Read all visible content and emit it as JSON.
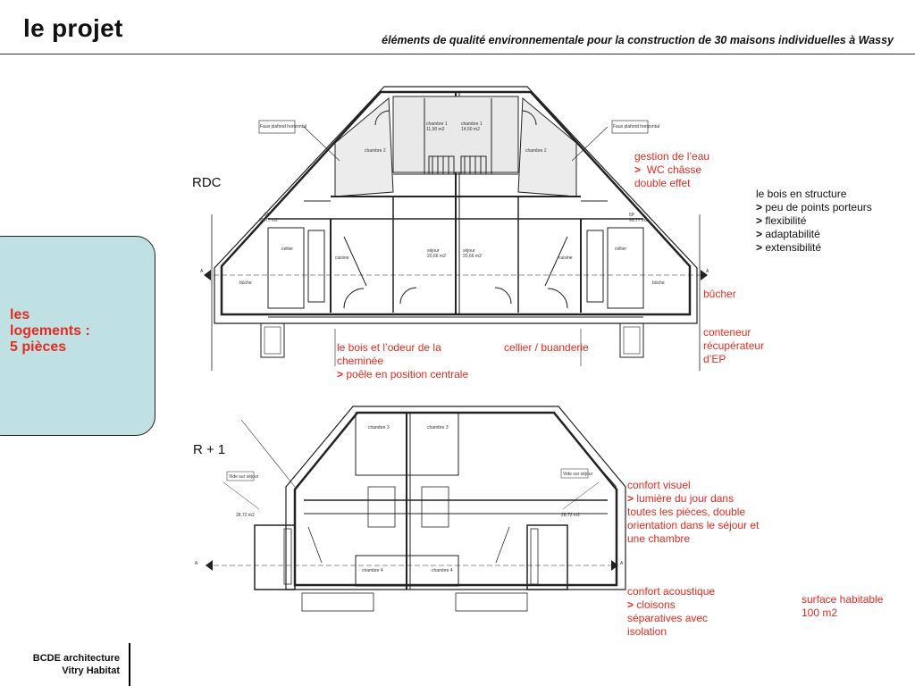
{
  "header": {
    "title": "le projet",
    "subtitle": "éléments de qualité environnementale pour la construction de 30 maisons individuelles à Wassy"
  },
  "side": {
    "label_lines": [
      "les",
      "logements :",
      "5 pièces"
    ]
  },
  "floors": {
    "rdc": "RDC",
    "r1": "R + 1"
  },
  "annotations": {
    "gestion_eau": {
      "title": "gestion de l’eau",
      "bullet_lines": [
        "WC châsse",
        "double effet"
      ]
    },
    "bois_structure": {
      "title": "le bois en structure",
      "bullets": [
        "peu de points porteurs",
        "flexibilité",
        "adaptabilité",
        "extensibilité"
      ]
    },
    "bucher": "bûcher",
    "conteneur": [
      "conteneur",
      "récupérateur",
      "d’EP"
    ],
    "bois_odeur": {
      "title_lines": [
        "le bois et l’odeur de la",
        "cheminée"
      ],
      "bullet": "poêle en position centrale"
    },
    "cellier": "cellier / buanderie",
    "confort_visuel": {
      "title": "confort visuel",
      "bullet_lines": [
        "lumière du jour dans",
        "toutes les pièces, double",
        "orientation dans le séjour et",
        "une chambre"
      ]
    },
    "confort_acoustique": {
      "title": "confort acoustique",
      "bullet_lines": [
        "cloisons",
        "séparatives avec",
        "isolation"
      ]
    },
    "surface": [
      "surface habitable",
      "100 m2"
    ]
  },
  "plan_labels": {
    "rdc": {
      "chambre1_left": "chambre 1",
      "chambre1_left_area": "11,50 m2",
      "chambre1_right": "chambre 1",
      "chambre1_right_area": "14,50 m2",
      "chambre2_left": "chambre 2",
      "chambre2_right": "chambre 2",
      "sejour_left": "séjour",
      "sejour_left_area": "20,66 m2",
      "sejour_right": "séjour",
      "sejour_right_area": "20,66 m2",
      "cuisine_left": "cuisine",
      "cuisine_right": "cuisine",
      "cellier_left": "cellier",
      "cellier_right": "cellier",
      "area_left": "99,77 m2",
      "area_right": "99,77 m2",
      "sp_left": "5P",
      "sp_right": "5P",
      "bucher_left": "bûche",
      "bucher_right": "bûche",
      "note_left": "Faux plafond horizontal",
      "note_right": "Faux plafond horizontal",
      "section_a": "A"
    },
    "r1": {
      "chambre3_left": "chambre 3",
      "chambre3_right": "chambre 3",
      "chambre4_left": "chambre 4",
      "chambre4_right": "chambre 4",
      "area_left": "28,72 m2",
      "area_right": "28,72 m2",
      "note_left": "Vide sur séjour",
      "note_right": "Vide sur séjour",
      "section_a": "A"
    }
  },
  "footer": {
    "lines": [
      "BCDE architecture",
      "Vitry Habitat"
    ]
  },
  "colors": {
    "accent": "#e8291f",
    "panel": "#bfe1e4"
  }
}
